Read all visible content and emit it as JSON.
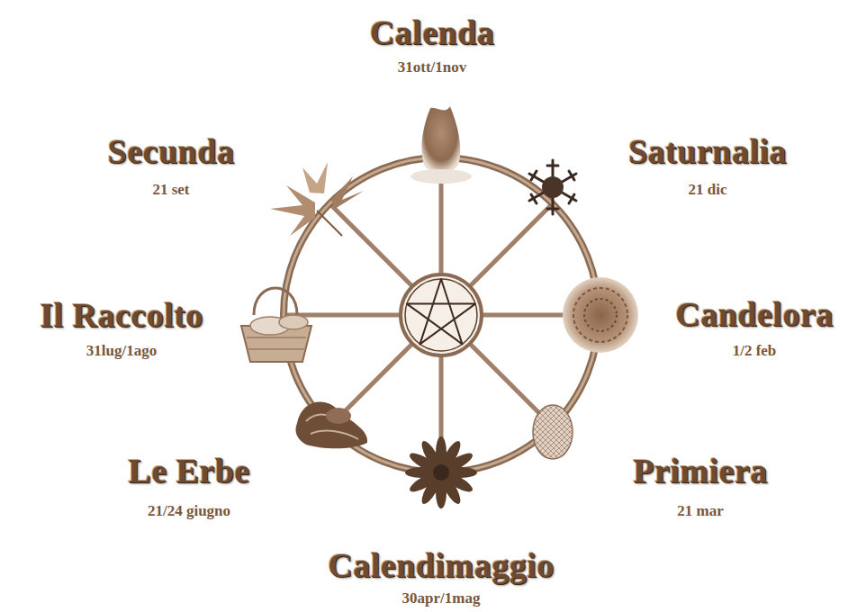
{
  "diagram": {
    "labels": [
      "Calenda",
      "31ott/1nov",
      "Saturnalia",
      "21 dic",
      "Candelora",
      "1/2 feb",
      "Primiera",
      "21 mar",
      "Calendimaggio",
      "30apr/1mag",
      "Le Erbe",
      "21/24 giugno",
      "Il Raccolto",
      "31lug/1ago",
      "Secunda",
      "21 set"
    ]
  }
}
